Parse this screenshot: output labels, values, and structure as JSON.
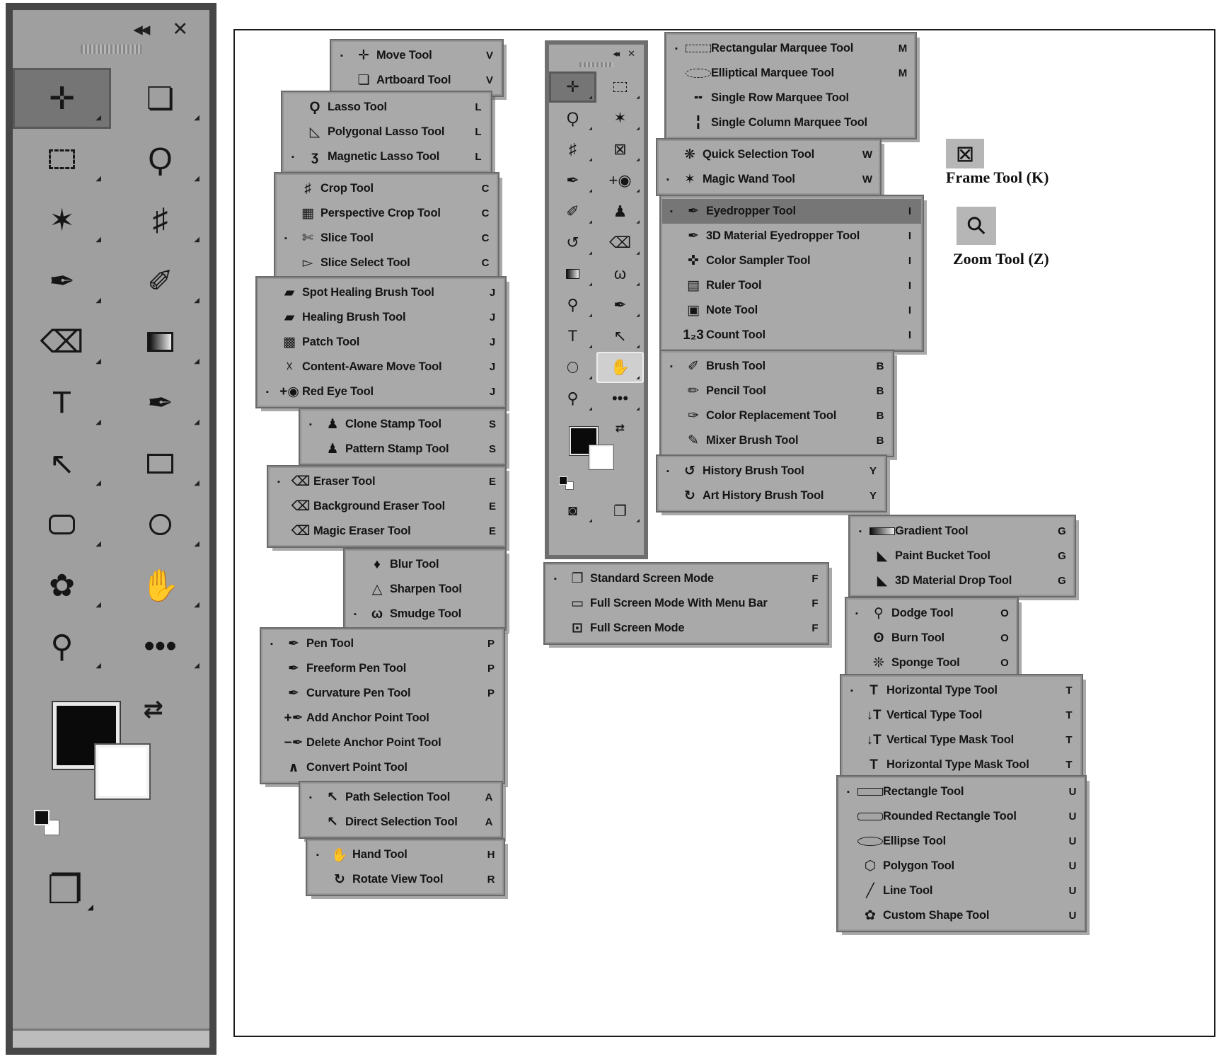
{
  "window": {
    "collapse_glyph": "◂◂",
    "close_glyph": "✕",
    "swap_glyph": "⇄"
  },
  "marker_glyph": "▪",
  "css_icons": [
    "rect-marquee",
    "ellipse-marquee",
    "gradient",
    "rectangle",
    "rounded-rectangle",
    "ellipse"
  ],
  "icon_glyphs": {
    "move": "✛",
    "artboard": "❏",
    "lasso": "Ϙ",
    "polygonal-lasso": "◺",
    "magnetic-lasso": "ʒ",
    "crop": "♯",
    "perspective-crop": "▦",
    "slice": "✄",
    "slice-select": "▻",
    "spot-healing": "▰",
    "healing": "▰",
    "patch": "▩",
    "content-aware-move": "☓",
    "red-eye": "+◉",
    "clone-stamp": "♟",
    "pattern-stamp": "♟",
    "eraser": "⌫",
    "background-eraser": "⌫",
    "magic-eraser": "⌫",
    "blur": "♦",
    "sharpen": "△",
    "smudge": "ω",
    "pen": "✒",
    "freeform-pen": "✒",
    "curvature-pen": "✒",
    "add-anchor": "+✒",
    "delete-anchor": "−✒",
    "convert-point": "∧",
    "path-selection": "↖",
    "direct-selection": "↖",
    "hand": "✋",
    "rotate-view": "↻",
    "row-marquee": "╍",
    "col-marquee": "╏",
    "quick-selection": "❋",
    "magic-wand": "✶",
    "eyedropper": "✒",
    "material-eyedropper": "✒",
    "color-sampler": "✜",
    "ruler": "▤",
    "note": "▣",
    "count": "1₂3",
    "brush": "✐",
    "pencil": "✏",
    "color-replacement": "✑",
    "mixer-brush": "✎",
    "history-brush": "↺",
    "art-history-brush": "↻",
    "paint-bucket": "◣",
    "material-drop": "◣",
    "dodge": "⚲",
    "burn": "ʘ",
    "sponge": "❊",
    "horizontal-type": "T",
    "vertical-type": "↓T",
    "vertical-type-mask": "↓T",
    "horizontal-type-mask": "T",
    "polygon": "⬡",
    "line": "╱",
    "custom-shape": "✿",
    "standard-screen": "❐",
    "fullscreen-menubar": "▭",
    "fullscreen": "⊡",
    "frame": "⊠",
    "zoom": "⚲",
    "ellipsis": "•••",
    "quick-mask": "◙",
    "screen-mode": "❐"
  },
  "big_toolbar": {
    "selected": "move",
    "rows": [
      [
        "move",
        "artboard"
      ],
      [
        "rect-marquee",
        "lasso"
      ],
      [
        "magic-wand",
        "crop"
      ],
      [
        "eyedropper",
        "brush"
      ],
      [
        "eraser",
        "gradient"
      ],
      [
        "horizontal-type",
        "pen"
      ],
      [
        "path-selection",
        "rectangle"
      ],
      [
        "rounded-rectangle",
        "ellipse"
      ],
      [
        "custom-shape",
        "hand"
      ],
      [
        "zoom",
        "ellipsis"
      ]
    ]
  },
  "mini_toolbar": {
    "selected": "move",
    "highlighted": "hand",
    "rows": [
      [
        "move",
        "rect-marquee"
      ],
      [
        "lasso",
        "magic-wand"
      ],
      [
        "crop",
        "frame"
      ],
      [
        "eyedropper",
        "red-eye"
      ],
      [
        "brush",
        "clone-stamp"
      ],
      [
        "history-brush",
        "eraser"
      ],
      [
        "gradient",
        "smudge"
      ],
      [
        "dodge",
        "pen"
      ],
      [
        "horizontal-type",
        "path-selection"
      ],
      [
        "ellipse",
        "hand"
      ],
      [
        "zoom",
        "ellipsis"
      ]
    ]
  },
  "menus": [
    {
      "id": "move",
      "items": [
        {
          "marked": true,
          "icon": "move",
          "label": "Move Tool",
          "shortcut": "V"
        },
        {
          "icon": "artboard",
          "label": "Artboard Tool",
          "shortcut": "V"
        }
      ]
    },
    {
      "id": "lasso",
      "items": [
        {
          "icon": "lasso",
          "label": "Lasso Tool",
          "shortcut": "L"
        },
        {
          "icon": "polygonal-lasso",
          "label": "Polygonal Lasso Tool",
          "shortcut": "L"
        },
        {
          "marked": true,
          "icon": "magnetic-lasso",
          "label": "Magnetic Lasso Tool",
          "shortcut": "L"
        }
      ]
    },
    {
      "id": "crop",
      "items": [
        {
          "icon": "crop",
          "label": "Crop Tool",
          "shortcut": "C"
        },
        {
          "icon": "perspective-crop",
          "label": "Perspective Crop Tool",
          "shortcut": "C"
        },
        {
          "marked": true,
          "icon": "slice",
          "label": "Slice Tool",
          "shortcut": "C"
        },
        {
          "icon": "slice-select",
          "label": "Slice Select Tool",
          "shortcut": "C"
        }
      ]
    },
    {
      "id": "healing",
      "items": [
        {
          "icon": "spot-healing",
          "label": "Spot Healing Brush Tool",
          "shortcut": "J"
        },
        {
          "icon": "healing",
          "label": "Healing Brush Tool",
          "shortcut": "J"
        },
        {
          "icon": "patch",
          "label": "Patch Tool",
          "shortcut": "J"
        },
        {
          "icon": "content-aware-move",
          "label": "Content-Aware Move Tool",
          "shortcut": "J"
        },
        {
          "marked": true,
          "icon": "red-eye",
          "label": "Red Eye Tool",
          "shortcut": "J"
        }
      ]
    },
    {
      "id": "stamp",
      "items": [
        {
          "marked": true,
          "icon": "clone-stamp",
          "label": "Clone Stamp Tool",
          "shortcut": "S"
        },
        {
          "icon": "pattern-stamp",
          "label": "Pattern Stamp Tool",
          "shortcut": "S"
        }
      ]
    },
    {
      "id": "eraser",
      "items": [
        {
          "marked": true,
          "icon": "eraser",
          "label": "Eraser Tool",
          "shortcut": "E"
        },
        {
          "icon": "background-eraser",
          "label": "Background Eraser Tool",
          "shortcut": "E"
        },
        {
          "icon": "magic-eraser",
          "label": "Magic Eraser Tool",
          "shortcut": "E"
        }
      ]
    },
    {
      "id": "blur",
      "items": [
        {
          "icon": "blur",
          "label": "Blur Tool",
          "shortcut": ""
        },
        {
          "icon": "sharpen",
          "label": "Sharpen Tool",
          "shortcut": ""
        },
        {
          "marked": true,
          "icon": "smudge",
          "label": "Smudge Tool",
          "shortcut": ""
        }
      ]
    },
    {
      "id": "pen",
      "items": [
        {
          "marked": true,
          "icon": "pen",
          "label": "Pen Tool",
          "shortcut": "P"
        },
        {
          "icon": "freeform-pen",
          "label": "Freeform Pen Tool",
          "shortcut": "P"
        },
        {
          "icon": "curvature-pen",
          "label": "Curvature Pen Tool",
          "shortcut": "P"
        },
        {
          "icon": "add-anchor",
          "label": "Add Anchor Point Tool",
          "shortcut": ""
        },
        {
          "icon": "delete-anchor",
          "label": "Delete Anchor Point Tool",
          "shortcut": ""
        },
        {
          "icon": "convert-point",
          "label": "Convert Point Tool",
          "shortcut": ""
        }
      ]
    },
    {
      "id": "path",
      "items": [
        {
          "marked": true,
          "icon": "path-selection",
          "label": "Path Selection Tool",
          "shortcut": "A"
        },
        {
          "icon": "direct-selection",
          "label": "Direct Selection Tool",
          "shortcut": "A"
        }
      ]
    },
    {
      "id": "hand",
      "items": [
        {
          "marked": true,
          "icon": "hand",
          "label": "Hand Tool",
          "shortcut": "H"
        },
        {
          "icon": "rotate-view",
          "label": "Rotate View Tool",
          "shortcut": "R"
        }
      ]
    },
    {
      "id": "marquee",
      "items": [
        {
          "marked": true,
          "icon": "rect-marquee",
          "label": "Rectangular Marquee Tool",
          "shortcut": "M"
        },
        {
          "icon": "ellipse-marquee",
          "label": "Elliptical Marquee Tool",
          "shortcut": "M"
        },
        {
          "icon": "row-marquee",
          "label": "Single Row Marquee Tool",
          "shortcut": ""
        },
        {
          "icon": "col-marquee",
          "label": "Single Column Marquee Tool",
          "shortcut": ""
        }
      ]
    },
    {
      "id": "quickselect",
      "items": [
        {
          "icon": "quick-selection",
          "label": "Quick Selection Tool",
          "shortcut": "W"
        },
        {
          "marked": true,
          "icon": "magic-wand",
          "label": "Magic Wand Tool",
          "shortcut": "W"
        }
      ]
    },
    {
      "id": "eyedropper",
      "items": [
        {
          "marked": true,
          "selected": true,
          "icon": "eyedropper",
          "label": "Eyedropper Tool",
          "shortcut": "I"
        },
        {
          "icon": "material-eyedropper",
          "label": "3D Material Eyedropper Tool",
          "shortcut": "I"
        },
        {
          "icon": "color-sampler",
          "label": "Color Sampler Tool",
          "shortcut": "I"
        },
        {
          "icon": "ruler",
          "label": "Ruler Tool",
          "shortcut": "I"
        },
        {
          "icon": "note",
          "label": "Note Tool",
          "shortcut": "I"
        },
        {
          "icon": "count",
          "label": "Count Tool",
          "shortcut": "I"
        }
      ]
    },
    {
      "id": "brush",
      "items": [
        {
          "marked": true,
          "icon": "brush",
          "label": "Brush Tool",
          "shortcut": "B"
        },
        {
          "icon": "pencil",
          "label": "Pencil Tool",
          "shortcut": "B"
        },
        {
          "icon": "color-replacement",
          "label": "Color Replacement Tool",
          "shortcut": "B"
        },
        {
          "icon": "mixer-brush",
          "label": "Mixer Brush Tool",
          "shortcut": "B"
        }
      ]
    },
    {
      "id": "history",
      "items": [
        {
          "marked": true,
          "icon": "history-brush",
          "label": "History Brush Tool",
          "shortcut": "Y"
        },
        {
          "icon": "art-history-brush",
          "label": "Art History Brush Tool",
          "shortcut": "Y"
        }
      ]
    },
    {
      "id": "screenmode",
      "items": [
        {
          "marked": true,
          "icon": "standard-screen",
          "label": "Standard Screen Mode",
          "shortcut": "F"
        },
        {
          "icon": "fullscreen-menubar",
          "label": "Full Screen Mode With Menu Bar",
          "shortcut": "F"
        },
        {
          "icon": "fullscreen",
          "label": "Full Screen Mode",
          "shortcut": "F"
        }
      ]
    },
    {
      "id": "gradient",
      "items": [
        {
          "marked": true,
          "icon": "gradient",
          "label": "Gradient Tool",
          "shortcut": "G"
        },
        {
          "icon": "paint-bucket",
          "label": "Paint Bucket Tool",
          "shortcut": "G"
        },
        {
          "icon": "material-drop",
          "label": "3D Material Drop Tool",
          "shortcut": "G"
        }
      ]
    },
    {
      "id": "dodge",
      "items": [
        {
          "marked": true,
          "icon": "dodge",
          "label": "Dodge Tool",
          "shortcut": "O"
        },
        {
          "icon": "burn",
          "label": "Burn Tool",
          "shortcut": "O"
        },
        {
          "icon": "sponge",
          "label": "Sponge Tool",
          "shortcut": "O"
        }
      ]
    },
    {
      "id": "type",
      "items": [
        {
          "marked": true,
          "icon": "horizontal-type",
          "label": "Horizontal Type Tool",
          "shortcut": "T"
        },
        {
          "icon": "vertical-type",
          "label": "Vertical Type Tool",
          "shortcut": "T"
        },
        {
          "icon": "vertical-type-mask",
          "label": "Vertical Type Mask Tool",
          "shortcut": "T"
        },
        {
          "icon": "horizontal-type-mask",
          "label": "Horizontal Type Mask Tool",
          "shortcut": "T"
        }
      ]
    },
    {
      "id": "shapes",
      "items": [
        {
          "marked": true,
          "icon": "rectangle",
          "label": "Rectangle Tool",
          "shortcut": "U"
        },
        {
          "icon": "rounded-rectangle",
          "label": "Rounded Rectangle Tool",
          "shortcut": "U"
        },
        {
          "icon": "ellipse",
          "label": "Ellipse Tool",
          "shortcut": "U"
        },
        {
          "icon": "polygon",
          "label": "Polygon Tool",
          "shortcut": "U"
        },
        {
          "icon": "line",
          "label": "Line Tool",
          "shortcut": "U"
        },
        {
          "icon": "custom-shape",
          "label": "Custom Shape Tool",
          "shortcut": "U"
        }
      ]
    }
  ],
  "standalone": {
    "frame_label": "Frame Tool (K)",
    "zoom_label": "Zoom Tool (Z)"
  }
}
